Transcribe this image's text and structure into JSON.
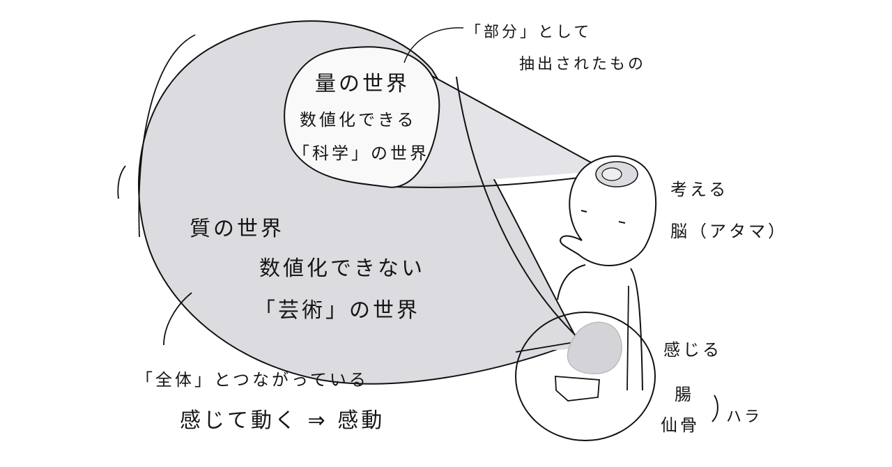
{
  "diagram": {
    "colors": {
      "fill_gray": "#dcdbdf",
      "fill_light": "#f9f9fa",
      "stroke": "#111111",
      "background": "#ffffff"
    },
    "quantity_bubble": {
      "title": "量の世界",
      "line2": "数値化できる",
      "line3": "「科学」の世界"
    },
    "quality_region": {
      "title": "質の世界",
      "line2": "数値化できない",
      "line3": "「芸術」の世界"
    },
    "part_note": {
      "line1": "「部分」として",
      "line2": "抽出されたもの"
    },
    "whole_note": {
      "line1": "「全体」とつながっている",
      "line2": "感じて動く ⇒ 感動"
    },
    "head_label": {
      "line1": "考える",
      "line2": "脳（アタマ）"
    },
    "belly_label": {
      "line1": "感じる",
      "organ1": "腸",
      "organ2": "仙骨",
      "group": "ハラ"
    }
  }
}
